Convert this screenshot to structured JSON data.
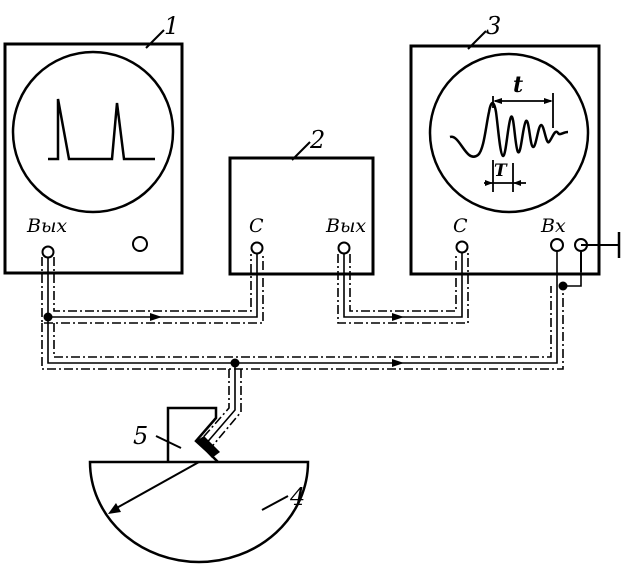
{
  "labels": {
    "generator": "1",
    "attenuator": "2",
    "oscilloscope": "3",
    "specimen": "4",
    "transducer": "5"
  },
  "ports": {
    "gen_out": "Вых",
    "att_sync": "С",
    "att_out": "Вых",
    "osc_sync": "С",
    "osc_in": "Вх"
  },
  "symbols": {
    "t": "t",
    "T": "T"
  }
}
